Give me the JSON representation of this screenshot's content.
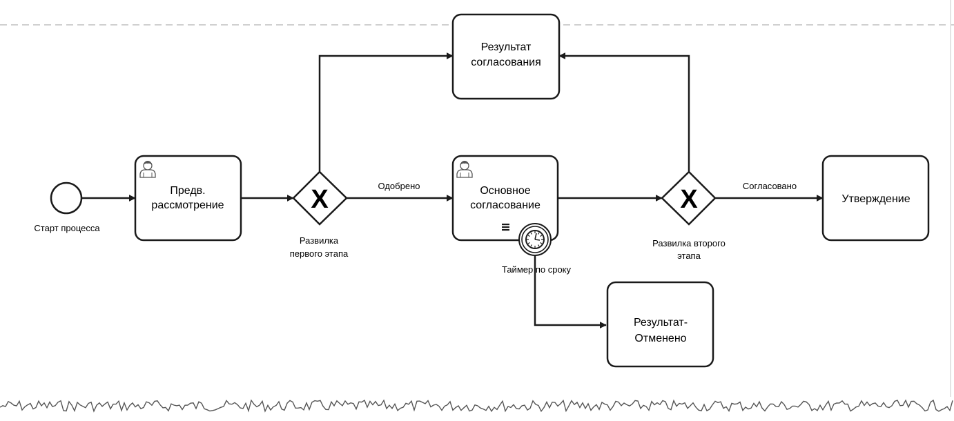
{
  "diagram": {
    "start_event": {
      "label": "Старт процесса"
    },
    "tasks": {
      "prelim_review": {
        "lines": [
          "Предв.",
          "рассмотрение"
        ],
        "icon": "user-icon"
      },
      "main_approval": {
        "lines": [
          "Основное",
          "согласование"
        ],
        "icon": "user-icon",
        "marker": "multi-instance-marker-icon"
      },
      "approval_result": {
        "lines": [
          "Результат",
          "согласования"
        ]
      },
      "approval": {
        "lines": [
          "Утверждение"
        ]
      },
      "cancelled_result": {
        "lines": [
          "Результат-",
          "Отменено"
        ]
      }
    },
    "gateways": {
      "first_stage": {
        "lines": [
          "Развилка",
          "первого этапа"
        ],
        "symbol": "X"
      },
      "second_stage": {
        "lines": [
          "Развилка второго",
          "этапа"
        ],
        "symbol": "X"
      }
    },
    "timer_event": {
      "label": "Таймер по сроку",
      "icon": "clock-icon"
    },
    "flows": {
      "approved": "Одобрено",
      "agreed": "Согласовано"
    },
    "colors": {
      "stroke": "#1a1a1a",
      "background": "#ffffff",
      "dashed_border": "#d0d0d0",
      "torn_edge": "#555555"
    }
  }
}
